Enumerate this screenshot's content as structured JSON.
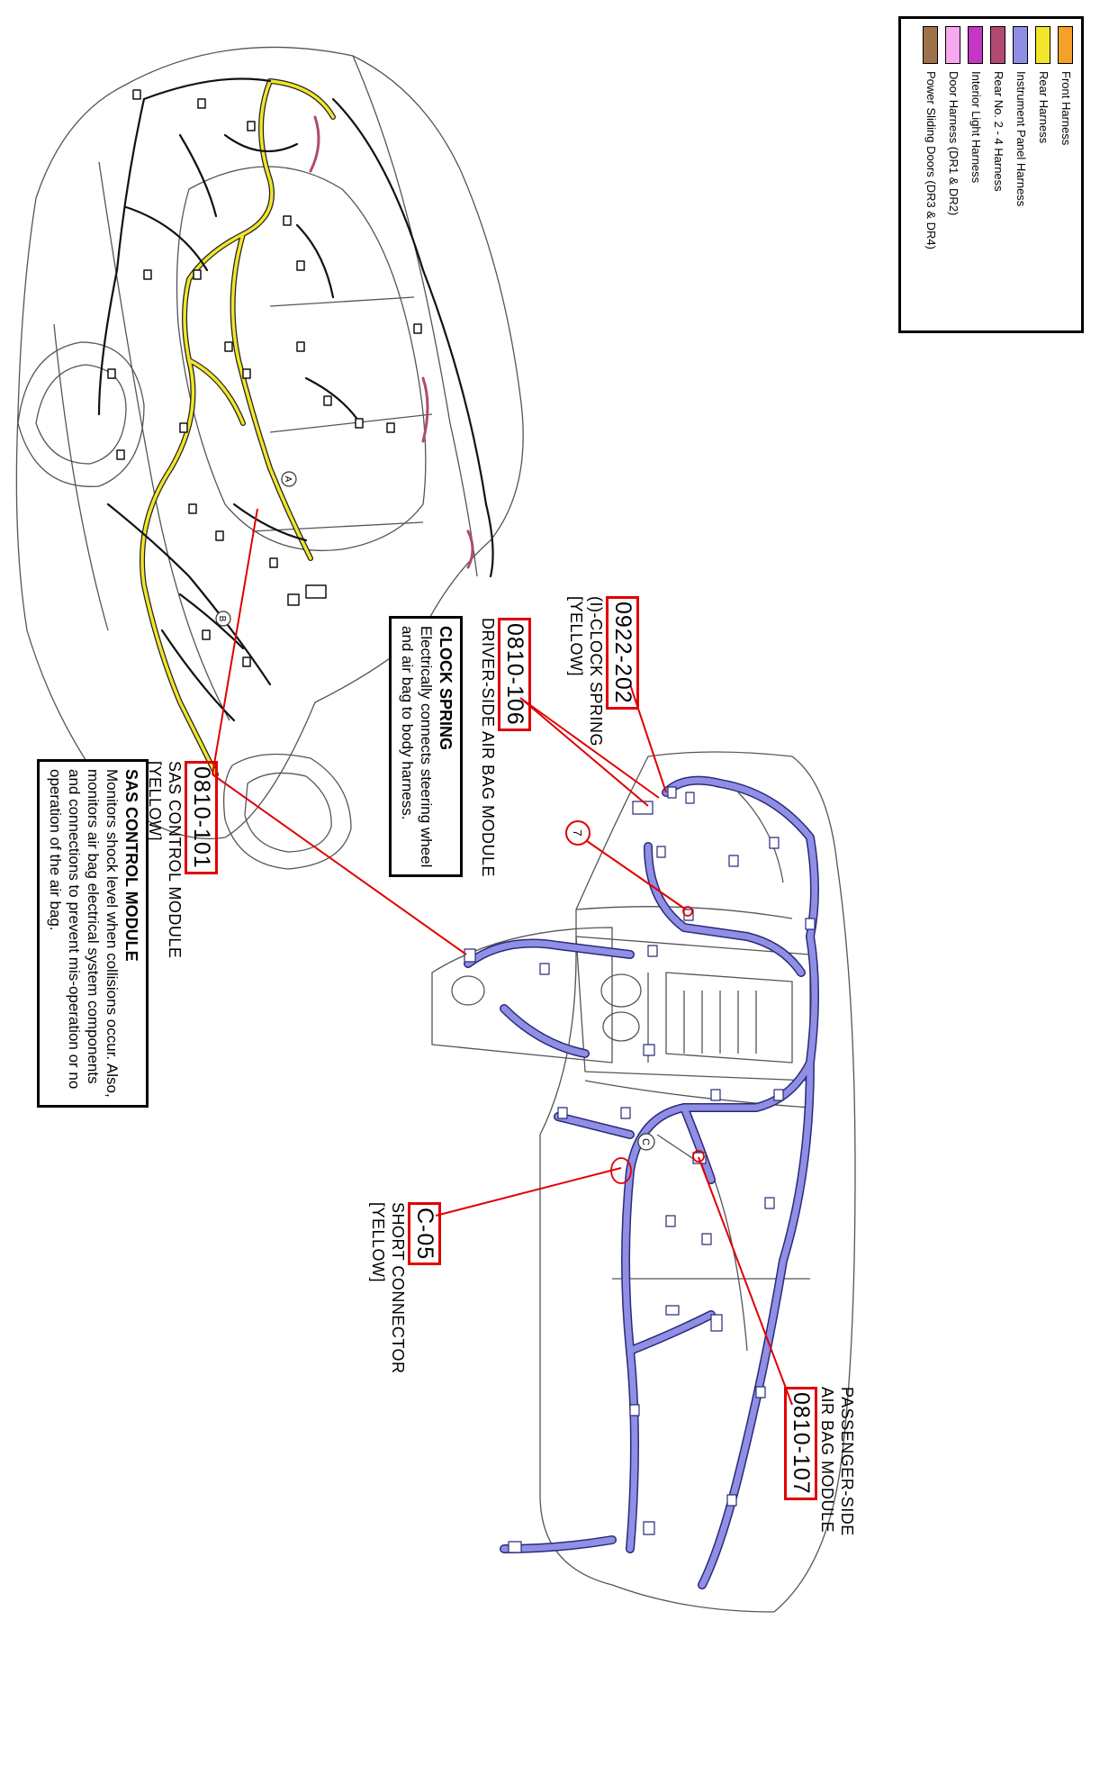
{
  "colors": {
    "front_harness": "#f5a02a",
    "rear_harness": "#f2e52a",
    "instrument_panel_harness": "#8f8fe6",
    "rear_no2_4_harness": "#b04a72",
    "interior_light_harness": "#c436c4",
    "door_harness": "#f8a8ee",
    "power_sliding_doors": "#a0724a",
    "callout_red": "#e00000",
    "wire_black": "#111111"
  },
  "legend": {
    "items": [
      {
        "label": "Front Harness",
        "color": "#f5a02a"
      },
      {
        "label": "Rear Harness",
        "color": "#f2e52a"
      },
      {
        "label": "Instrument Panel Harness",
        "color": "#8f8fe6"
      },
      {
        "label": "Rear No. 2 - 4 Harness",
        "color": "#b04a72"
      },
      {
        "label": "Interior Light Harness",
        "color": "#c436c4"
      },
      {
        "label": "Door Harness (DR1 & DR2)",
        "color": "#f8a8ee"
      },
      {
        "label": "Power Sliding Doors (DR3 & DR4)",
        "color": "#a0724a"
      }
    ]
  },
  "markers": {
    "a": "A",
    "b": "B",
    "c": "C",
    "seven": "7"
  },
  "callouts": {
    "clock_spring": {
      "part": "0922-202",
      "name": "(I)-CLOCK SPRING",
      "color": "[YELLOW]"
    },
    "driver_airbag": {
      "part": "0810-106",
      "name": "DRIVER-SIDE AIR BAG MODULE"
    },
    "sas": {
      "part": "0810-101",
      "name": "SAS CONTROL MODULE",
      "color": "[YELLOW]"
    },
    "short_connector": {
      "part": "C-05",
      "name": "SHORT CONNECTOR",
      "color": "[YELLOW]"
    },
    "passenger_airbag": {
      "part": "0810-107",
      "line1": "PASSENGER-SIDE",
      "line2": "AIR BAG MODULE"
    }
  },
  "descriptions": {
    "clock_spring": {
      "title": "CLOCK SPRING",
      "lines": [
        "Electrically connects steering wheel",
        "and air bag to body harness."
      ]
    },
    "sas": {
      "title": "SAS CONTROL MODULE",
      "lines": [
        "Monitors shock level when collisions occur. Also,",
        "monitors air bag electrical system components",
        "and connections to prevent mis-operation or no",
        "operation of the air bag."
      ]
    }
  }
}
